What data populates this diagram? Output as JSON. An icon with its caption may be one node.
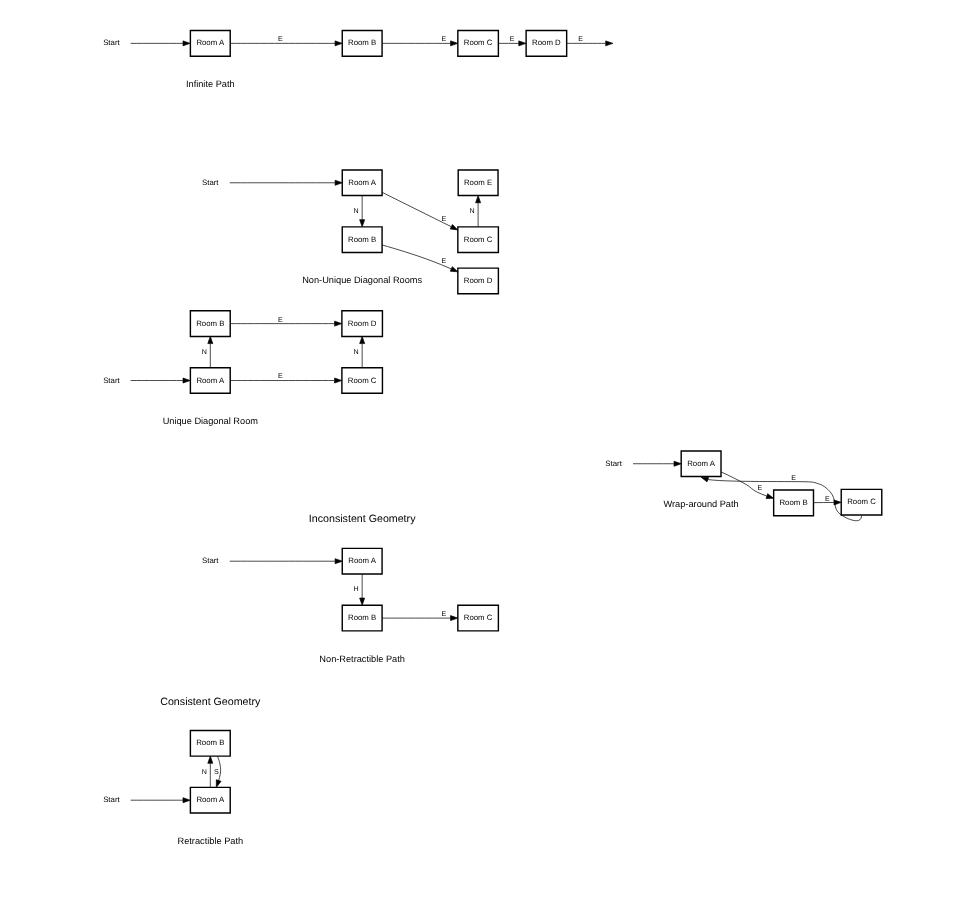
{
  "diagram": {
    "nodes": [
      {
        "text": [
          "Room B"
        ]
      },
      {
        "text": [
          "Start"
        ]
      },
      {
        "text": [
          "Room A"
        ]
      },
      {
        "text": [
          "Room B"
        ]
      },
      {
        "text": [
          "Start"
        ]
      },
      {
        "text": [
          "Room A"
        ]
      },
      {
        "text": [
          "Room C"
        ]
      },
      {
        "text": [
          "Room B"
        ]
      },
      {
        "text": [
          "Room D"
        ]
      },
      {
        "text": [
          "Start"
        ]
      },
      {
        "text": [
          "Room A"
        ]
      },
      {
        "text": [
          "Room C"
        ]
      },
      {
        "text": [
          "Room D"
        ]
      },
      {
        "text": [
          "Room B"
        ]
      },
      {
        "text": [
          "Room E"
        ]
      },
      {
        "text": [
          "Start"
        ]
      },
      {
        "text": [
          "Room A"
        ]
      },
      {
        "text": [
          "Room C"
        ]
      },
      {
        "text": [
          "Start"
        ]
      },
      {
        "text": [
          "Room A"
        ]
      },
      {
        "text": [
          "Room B"
        ]
      },
      {
        "text": [
          "Room C"
        ]
      },
      {
        "text": [
          "Room D"
        ]
      },
      {
        "text": [
          "Start"
        ]
      },
      {
        "text": [
          "Room A"
        ]
      },
      {
        "text": [
          "Room B"
        ]
      },
      {
        "text": [
          "Room C"
        ]
      }
    ],
    "edges": [
      {
        "from": 1,
        "to": 2,
        "arrow": "to"
      },
      {
        "from": 2,
        "to": 0,
        "arrow": "to",
        "label": "N"
      },
      {
        "from": 0,
        "to": 2,
        "arrow": "to",
        "label": "S"
      },
      {
        "from": 4,
        "to": 5,
        "arrow": "to"
      },
      {
        "from": 5,
        "to": 3,
        "arrow": "to",
        "label": "H"
      },
      {
        "from": 3,
        "to": 6,
        "arrow": "to",
        "label": "E"
      },
      {
        "from": 9,
        "to": 10,
        "arrow": "to"
      },
      {
        "from": 10,
        "to": 7,
        "arrow": "to",
        "label": "N"
      },
      {
        "from": 7,
        "to": 8,
        "arrow": "to",
        "label": "E"
      },
      {
        "from": 10,
        "to": 11,
        "arrow": "to",
        "label": "E"
      },
      {
        "from": 11,
        "to": 8,
        "arrow": "to",
        "label": "N"
      },
      {
        "from": 15,
        "to": 16,
        "arrow": "to"
      },
      {
        "from": 16,
        "to": 13,
        "arrow": "to",
        "label": "N"
      },
      {
        "from": 13,
        "to": 12,
        "arrow": "to",
        "label": "E"
      },
      {
        "from": 16,
        "to": 17,
        "arrow": "to",
        "label": "E"
      },
      {
        "from": 17,
        "to": 14,
        "arrow": "to",
        "label": "N"
      },
      {
        "from": 18,
        "to": 19,
        "arrow": "to"
      },
      {
        "from": 19,
        "to": 20,
        "arrow": "to",
        "label": "E"
      },
      {
        "from": 20,
        "to": 21,
        "arrow": "to",
        "label": "E"
      },
      {
        "from": 21,
        "to": 22,
        "arrow": "to",
        "label": "E"
      },
      {
        "from": 22,
        "to": null,
        "arrow": "to",
        "label": "E"
      },
      {
        "from": 23,
        "to": 24,
        "arrow": "to"
      },
      {
        "from": 24,
        "to": 25,
        "arrow": "to",
        "label": "E"
      },
      {
        "from": 25,
        "to": 26,
        "arrow": "to",
        "label": "E"
      },
      {
        "from": 26,
        "to": 24,
        "arrow": "to",
        "label": "E"
      }
    ],
    "labels": [
      "Consistent Geometry",
      "Inconsistent Geometry",
      "Retractible Path",
      "Non-Retractible Path",
      "Unique Diagonal Room",
      "Non-Unique Diagonal Rooms",
      "Infinite Path",
      "Wrap-around Path"
    ]
  }
}
